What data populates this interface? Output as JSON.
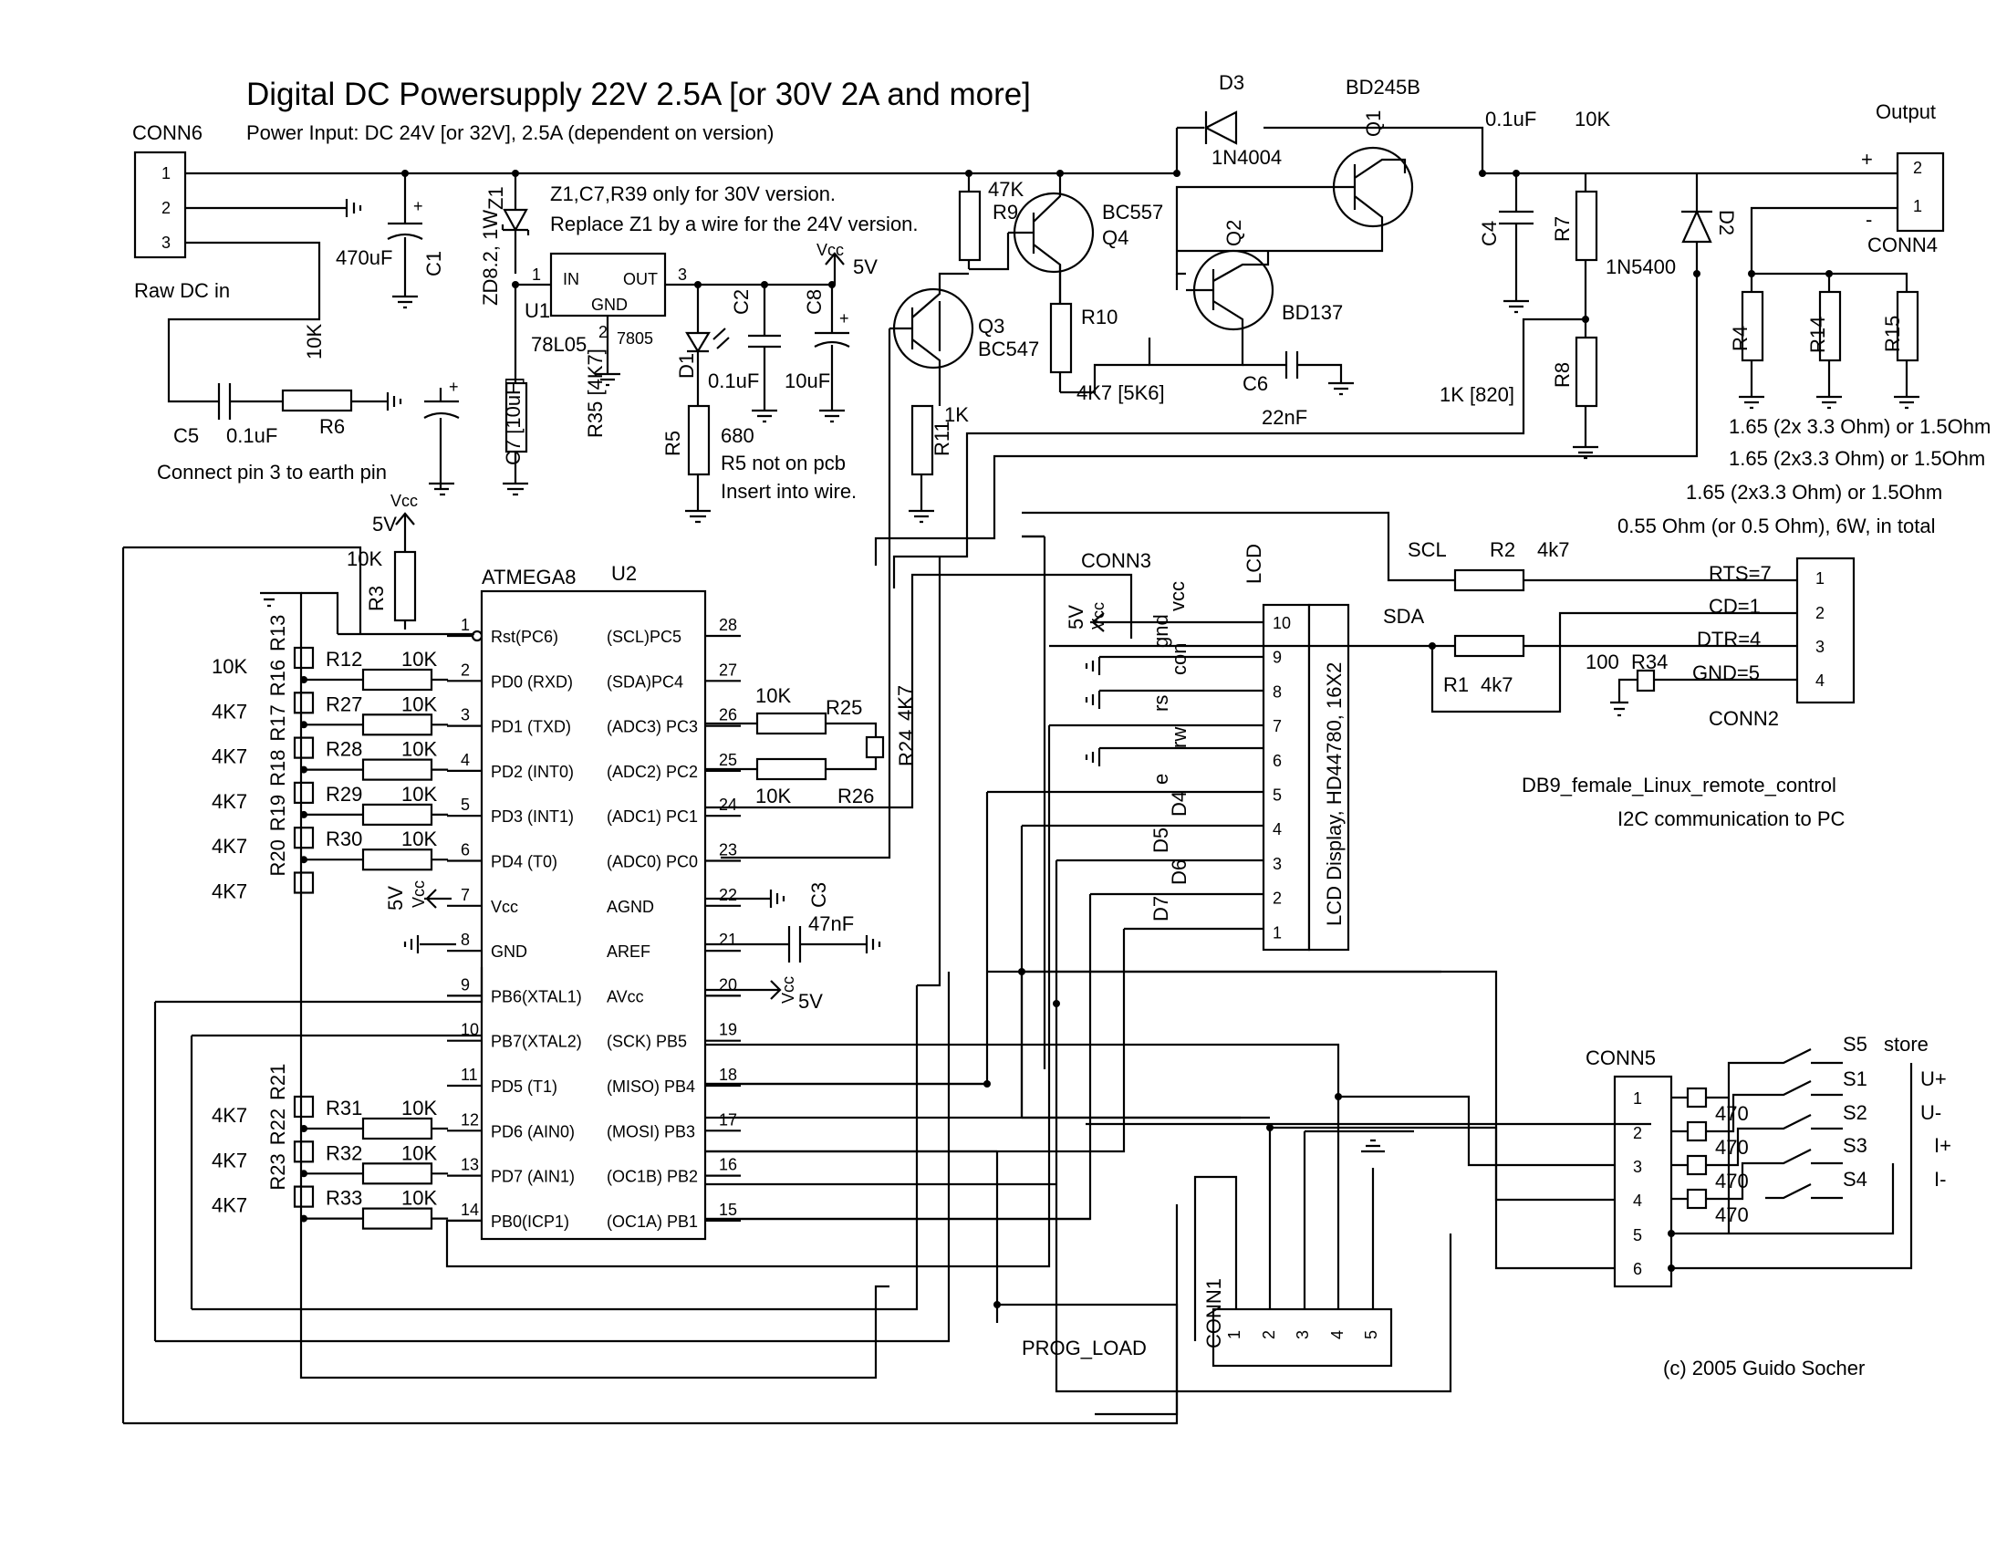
{
  "title": "Digital DC Powersupply 22V 2.5A [or 30V 2A and more]",
  "subtitle": "Power Input: DC 24V [or 32V], 2.5A (dependent on version)",
  "notes": {
    "z1_note1": "Z1,C7,R39 only for 30V version.",
    "z1_note2": "Replace Z1 by a wire for the 24V version.",
    "raw_dc": "Raw DC in",
    "earth": "Connect pin 3 to earth pin",
    "r5_a": "R5 not on pcb",
    "r5_b": "Insert into wire.",
    "shunt1": "1.65 (2x 3.3 Ohm) or 1.5Ohm",
    "shunt2": "1.65 (2x3.3 Ohm) or 1.5Ohm",
    "shunt3": "1.65 (2x3.3 Ohm) or 1.5Ohm",
    "shunt4": "0.55 Ohm (or 0.5 Ohm), 6W, in total",
    "db9": "DB9_female_Linux_remote_control",
    "i2c": "I2C communication to PC",
    "copyright": "(c) 2005 Guido Socher",
    "output": "Output",
    "prog_load": "PROG_LOAD"
  },
  "labels": {
    "conn6": "CONN6",
    "conn4": "CONN4",
    "conn3": "CONN3",
    "conn2": "CONN2",
    "conn5": "CONN5",
    "conn1": "CONN1",
    "lcd": "LCD",
    "lcd_disp": "LCD Display, HD44780, 16X2",
    "mcu": "ATMEGA8",
    "u2": "U2",
    "u1": "U1",
    "reg": "78L05",
    "reg2": "7805",
    "in": "IN",
    "out": "OUT",
    "gnd": "GND",
    "q1": "Q1",
    "q1_part": "BD245B",
    "q2": "Q2",
    "q2_part": "BD137",
    "q3": "Q3",
    "q3_part": "BC547",
    "q4": "Q4",
    "q4_part": "BC557",
    "d3": "D3",
    "d3_part": "1N4004",
    "d2": "D2",
    "d2_part": "1N5400",
    "d1": "D1",
    "z1": "Z1",
    "z1_part": "ZD8.2, 1W",
    "c1": "C1",
    "c1_v": "470uF",
    "c2": "C2",
    "c2_v": "0.1uF",
    "c3": "C3",
    "c3_v": "47nF",
    "c4": "C4",
    "c4_v": "0.1uF",
    "c5": "C5",
    "c5_v": "0.1uF",
    "c6": "C6",
    "c6_v": "22nF",
    "c7": "C7 [10uF]",
    "c8": "C8",
    "c8_v": "10uF",
    "r1": "R1",
    "r1_v": "4k7",
    "r2": "R2",
    "r2_v": "4k7",
    "r3": "R3",
    "r3_v": "10K",
    "r4": "R4",
    "r5": "R5",
    "r5_v": "680",
    "r6": "R6",
    "r6_v": "10K",
    "r7": "R7",
    "r7_v": "10K",
    "r8": "R8",
    "r8_v": "1K [820]",
    "r9": "R9",
    "r9_v": "47K",
    "r10": "R10",
    "r10_v": "4K7 [5K6]",
    "r11": "R11",
    "r11_v": "1K",
    "r14": "R14",
    "r15": "R15",
    "r24": "R24",
    "r24_v": "4K7",
    "r25": "R25",
    "r25_v": "10K",
    "r26": "R26",
    "r26_v": "10K",
    "r34": "R34",
    "r34_v": "100",
    "r35": "R35 [4K7]",
    "scl": "SCL",
    "sda": "SDA",
    "rts": "RTS=7",
    "cd": "CD=1",
    "dtr": "DTR=4",
    "gnd5": "GND=5",
    "vcc": "Vcc",
    "v5": "5V",
    "s1": "S1",
    "s2": "S2",
    "s3": "S3",
    "s4": "S4",
    "s5": "S5",
    "store": "store",
    "uplus": "U+",
    "uminus": "U-",
    "iplus": "I+",
    "iminus": "I-",
    "r470": "470",
    "lcd_vcc": "vcc",
    "lcd_gnd": "gnd",
    "lcd_con": "con",
    "lcd_rs": "rs",
    "lcd_rw": "rw",
    "lcd_e": "e",
    "lcd_d4": "D4",
    "lcd_d5": "D5",
    "lcd_d6": "D6",
    "lcd_d7": "D7"
  },
  "mcu_left": [
    {
      "pin": "1",
      "name": "Rst(PC6)"
    },
    {
      "pin": "2",
      "name": "PD0 (RXD)"
    },
    {
      "pin": "3",
      "name": "PD1 (TXD)"
    },
    {
      "pin": "4",
      "name": "PD2 (INT0)"
    },
    {
      "pin": "5",
      "name": "PD3 (INT1)"
    },
    {
      "pin": "6",
      "name": "PD4 (T0)"
    },
    {
      "pin": "7",
      "name": "Vcc"
    },
    {
      "pin": "8",
      "name": "GND"
    },
    {
      "pin": "9",
      "name": "PB6(XTAL1)"
    },
    {
      "pin": "10",
      "name": "PB7(XTAL2)"
    },
    {
      "pin": "11",
      "name": "PD5 (T1)"
    },
    {
      "pin": "12",
      "name": "PD6 (AIN0)"
    },
    {
      "pin": "13",
      "name": "PD7 (AIN1)"
    },
    {
      "pin": "14",
      "name": "PB0(ICP1)"
    }
  ],
  "mcu_right": [
    {
      "pin": "28",
      "name": "(SCL)PC5"
    },
    {
      "pin": "27",
      "name": "(SDA)PC4"
    },
    {
      "pin": "26",
      "name": "(ADC3) PC3"
    },
    {
      "pin": "25",
      "name": "(ADC2) PC2"
    },
    {
      "pin": "24",
      "name": "(ADC1) PC1"
    },
    {
      "pin": "23",
      "name": "(ADC0) PC0"
    },
    {
      "pin": "22",
      "name": "AGND"
    },
    {
      "pin": "21",
      "name": "AREF"
    },
    {
      "pin": "20",
      "name": "AVcc"
    },
    {
      "pin": "19",
      "name": "(SCK) PB5"
    },
    {
      "pin": "18",
      "name": "(MISO) PB4"
    },
    {
      "pin": "17",
      "name": "(MOSI) PB3"
    },
    {
      "pin": "16",
      "name": "(OC1B) PB2"
    },
    {
      "pin": "15",
      "name": "(OC1A) PB1"
    }
  ],
  "lcd_pins": [
    "10",
    "9",
    "8",
    "7",
    "6",
    "5",
    "4",
    "3",
    "2",
    "1"
  ],
  "conn5_pins": [
    "1",
    "2",
    "3",
    "4",
    "5",
    "6"
  ],
  "conn1_pins": [
    "1",
    "2",
    "3",
    "4",
    "5"
  ],
  "conn2_pins": [
    "1",
    "2",
    "3",
    "4"
  ],
  "conn6_pins": [
    "1",
    "2",
    "3"
  ],
  "conn4_pins": [
    "2",
    "1"
  ],
  "left_res": [
    {
      "name": "R13",
      "val": "10K",
      "rname": "R12",
      "rval": "10K"
    },
    {
      "name": "R16",
      "val": "4K7",
      "rname": "R27",
      "rval": "10K"
    },
    {
      "name": "R17",
      "val": "4K7",
      "rname": "R28",
      "rval": "10K"
    },
    {
      "name": "R18",
      "val": "4K7",
      "rname": "R29",
      "rval": "10K"
    },
    {
      "name": "R19",
      "val": "4K7",
      "rname": "R30",
      "rval": "10K"
    },
    {
      "name": "R20",
      "val": "4K7"
    }
  ],
  "left_res2": [
    {
      "name": "R21",
      "val": "4K7",
      "rname": "R31",
      "rval": "10K"
    },
    {
      "name": "R22",
      "val": "4K7",
      "rname": "R32",
      "rval": "10K"
    },
    {
      "name": "R23",
      "val": "4K7",
      "rname": "R33",
      "rval": "10K"
    }
  ]
}
